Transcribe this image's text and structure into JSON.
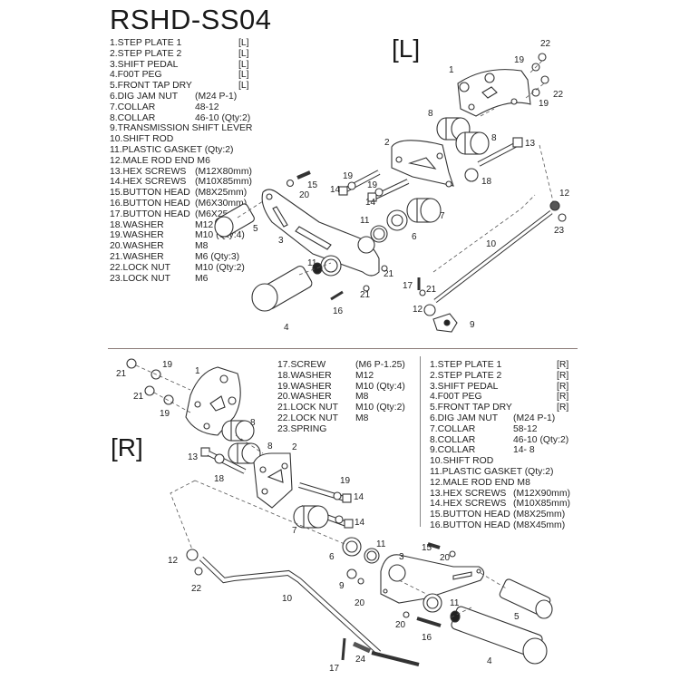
{
  "title": "RSHD-SS04",
  "left": {
    "side_label": "[L]",
    "parts": [
      {
        "name": "1.STEP   PLATE 1",
        "spec": "[L]"
      },
      {
        "name": "2.STEP   PLATE 2",
        "spec": "[L]"
      },
      {
        "name": "3.SHIFT  PEDAL",
        "spec": "[L]"
      },
      {
        "name": "4.F00T  PEG",
        "spec": "[L]"
      },
      {
        "name": "5.FRONT TAP DRY",
        "spec": "[L]"
      },
      {
        "name": "6.DIG  JAM  NUT",
        "spec": "(M24  P-1)"
      },
      {
        "name": "7.COLLAR",
        "spec": "48-12"
      },
      {
        "name": "8.COLLAR",
        "spec": "46-10  (Qty:2)"
      },
      {
        "name": "9.TRANSMISSION  SHIFT  LEVER",
        "spec": ""
      },
      {
        "name": "10.SHIFT  ROD",
        "spec": ""
      },
      {
        "name": "11.PLASTIC GASKET  (Qty:2)",
        "spec": ""
      },
      {
        "name": "12.MALE  ROD  END  M6",
        "spec": ""
      },
      {
        "name": "13.HEX  SCREWS",
        "spec": "(M12X80mm)"
      },
      {
        "name": "14.HEX  SCREWS",
        "spec": "(M10X85mm)"
      },
      {
        "name": "15.BUTTON  HEAD",
        "spec": "(M8X25mm)"
      },
      {
        "name": "16.BUTTON  HEAD",
        "spec": "(M6X30mm)"
      },
      {
        "name": "17.BUTTON  HEAD",
        "spec": "(M6X25mm)"
      },
      {
        "name": "18.WASHER",
        "spec": "M12"
      },
      {
        "name": "19.WASHER",
        "spec": "M10 (Qty:4)"
      },
      {
        "name": "20.WASHER",
        "spec": "M8"
      },
      {
        "name": "21.WASHER",
        "spec": "M6   (Qty:3)"
      },
      {
        "name": "22.LOCK NUT",
        "spec": "M10 (Qty:2)"
      },
      {
        "name": "23.LOCK NUT",
        "spec": "M6"
      }
    ],
    "callouts": [
      "1",
      "2",
      "3",
      "4",
      "5",
      "6",
      "7",
      "8",
      "8",
      "9",
      "10",
      "11",
      "11",
      "12",
      "12",
      "13",
      "14",
      "14",
      "15",
      "16",
      "17",
      "18",
      "19",
      "19",
      "19",
      "19",
      "20",
      "21",
      "21",
      "21",
      "22",
      "22",
      "23"
    ]
  },
  "right": {
    "side_label": "[R]",
    "parts_col1": [
      {
        "name": "17.SCREW",
        "spec": "(M6   P-1.25)"
      },
      {
        "name": "18.WASHER",
        "spec": "M12"
      },
      {
        "name": "19.WASHER",
        "spec": "M10 (Qty:4)"
      },
      {
        "name": "20.WASHER",
        "spec": "M8"
      },
      {
        "name": "21.LOCK NUT",
        "spec": "M10 (Qty:2)"
      },
      {
        "name": "22.LOCK NUT",
        "spec": "M8"
      },
      {
        "name": "23.SPRING",
        "spec": ""
      }
    ],
    "parts_col2": [
      {
        "name": "1.STEP   PLATE 1",
        "spec": "[R]"
      },
      {
        "name": "2.STEP   PLATE 2",
        "spec": "[R]"
      },
      {
        "name": "3.SHIFT  PEDAL",
        "spec": "[R]"
      },
      {
        "name": "4.F00T  PEG",
        "spec": "[R]"
      },
      {
        "name": "5.FRONT TAP DRY",
        "spec": "[R]"
      },
      {
        "name": "6.DIG  JAM  NUT",
        "spec": "(M24  P-1)"
      },
      {
        "name": "7.COLLAR",
        "spec": "58-12"
      },
      {
        "name": "8.COLLAR",
        "spec": "46-10  (Qty:2)"
      },
      {
        "name": "9.COLLAR",
        "spec": "14- 8"
      },
      {
        "name": "10.SHIFT  ROD",
        "spec": ""
      },
      {
        "name": "11.PLASTIC GASKET  (Qty:2)",
        "spec": ""
      },
      {
        "name": "12.MALE  ROD  END  M8",
        "spec": ""
      },
      {
        "name": "13.HEX  SCREWS",
        "spec": "(M12X90mm)"
      },
      {
        "name": "14.HEX  SCREWS",
        "spec": "(M10X85mm)"
      },
      {
        "name": "15.BUTTON  HEAD",
        "spec": "(M8X25mm)"
      },
      {
        "name": "16.BUTTON  HEAD",
        "spec": "(M8X45mm)"
      }
    ],
    "callouts": [
      "1",
      "2",
      "3",
      "4",
      "5",
      "6",
      "7",
      "8",
      "8",
      "9",
      "10",
      "11",
      "11",
      "12",
      "13",
      "14",
      "14",
      "15",
      "16",
      "17",
      "18",
      "19",
      "19",
      "19",
      "20",
      "20",
      "20",
      "21",
      "21",
      "22",
      "24"
    ]
  }
}
